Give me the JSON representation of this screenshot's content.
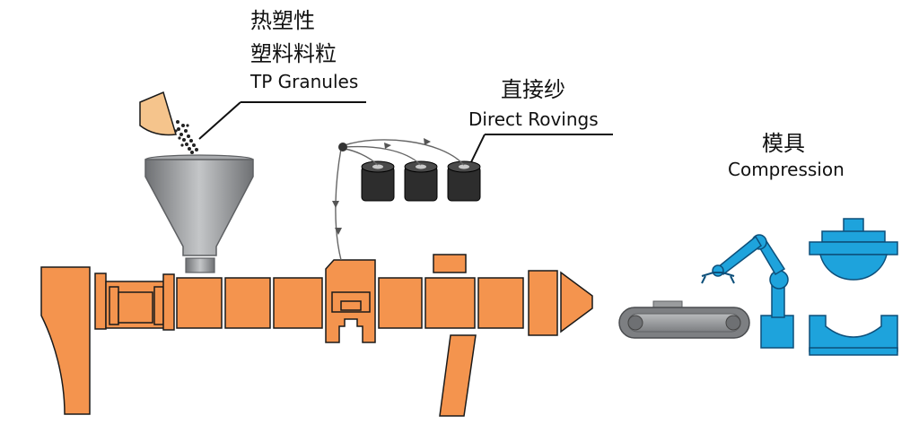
{
  "labels": {
    "granules_cn_line1": "热塑性",
    "granules_cn_line2": "塑料料粒",
    "granules_en": "TP Granules",
    "rovings_cn": "直接纱",
    "rovings_en": "Direct Rovings",
    "mold_cn": "模具",
    "mold_en": "Compression"
  },
  "colors": {
    "extruder": "#f4944e",
    "robot": "#1ea3dc",
    "hopper": "#8a8c8f",
    "rovings": "#2d2d2d"
  }
}
